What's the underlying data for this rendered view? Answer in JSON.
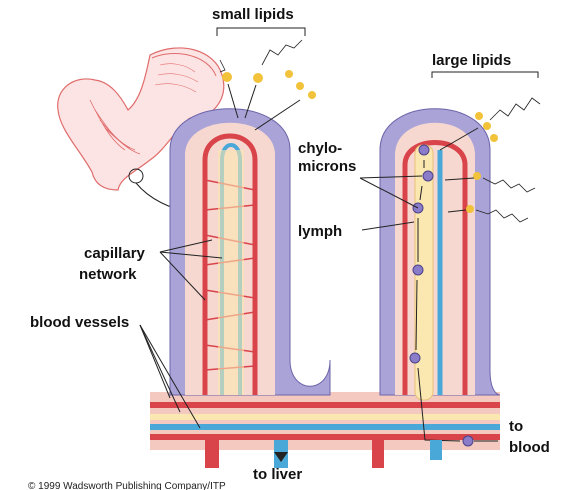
{
  "labels": {
    "small_lipids": "small lipids",
    "large_lipids": "large lipids",
    "chylomicrons_line1": "chylo-",
    "chylomicrons_line2": "microns",
    "lymph": "lymph",
    "capillary_line1": "capillary",
    "capillary_line2": "network",
    "blood_vessels": "blood vessels",
    "to_liver": "to liver",
    "to_blood_line1": "to",
    "to_blood_line2": "blood"
  },
  "credit": "© 1999 Wadsworth Publishing Company/ITP",
  "colors": {
    "epithelium": "#a9a3d8",
    "villus_core": "#f6d8d0",
    "capillary_red": "#d9434a",
    "lymph_blue": "#4aa8d8",
    "lacteal_yellow": "#fbe8b0",
    "lipid_yellow": "#f2c23a",
    "chylomicron_purple": "#8a7cc8",
    "stomach_pink": "#e88888"
  }
}
